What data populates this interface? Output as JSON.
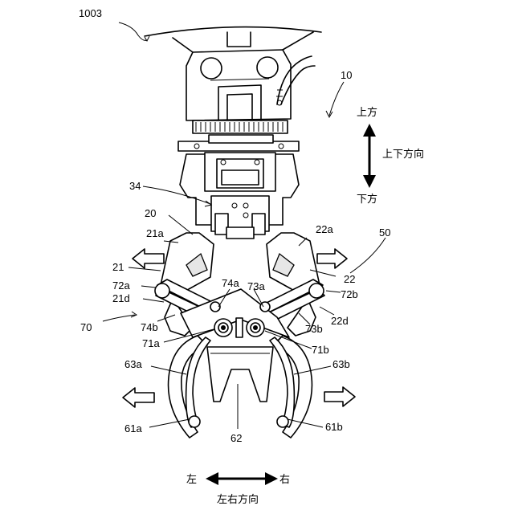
{
  "diagram": {
    "reference_labels": {
      "robot": "1003",
      "gripper": "10",
      "unit_34": "34",
      "unit_20": "20",
      "unit_50": "50",
      "unit_70": "70",
      "l21a": "21a",
      "l21": "21",
      "l21d": "21d",
      "l22a": "22a",
      "l22": "22",
      "l22d": "22d",
      "l72a": "72a",
      "l72b": "72b",
      "l74a": "74a",
      "l73a": "73a",
      "l74b": "74b",
      "l73b": "73b",
      "l71a": "71a",
      "l71b": "71b",
      "l63a": "63a",
      "l63b": "63b",
      "l61a": "61a",
      "l61b": "61b",
      "l62": "62"
    },
    "direction_labels": {
      "up": "上方",
      "vertical": "上下方向",
      "down": "下方",
      "left": "左",
      "right": "右",
      "horizontal": "左右方向"
    }
  }
}
